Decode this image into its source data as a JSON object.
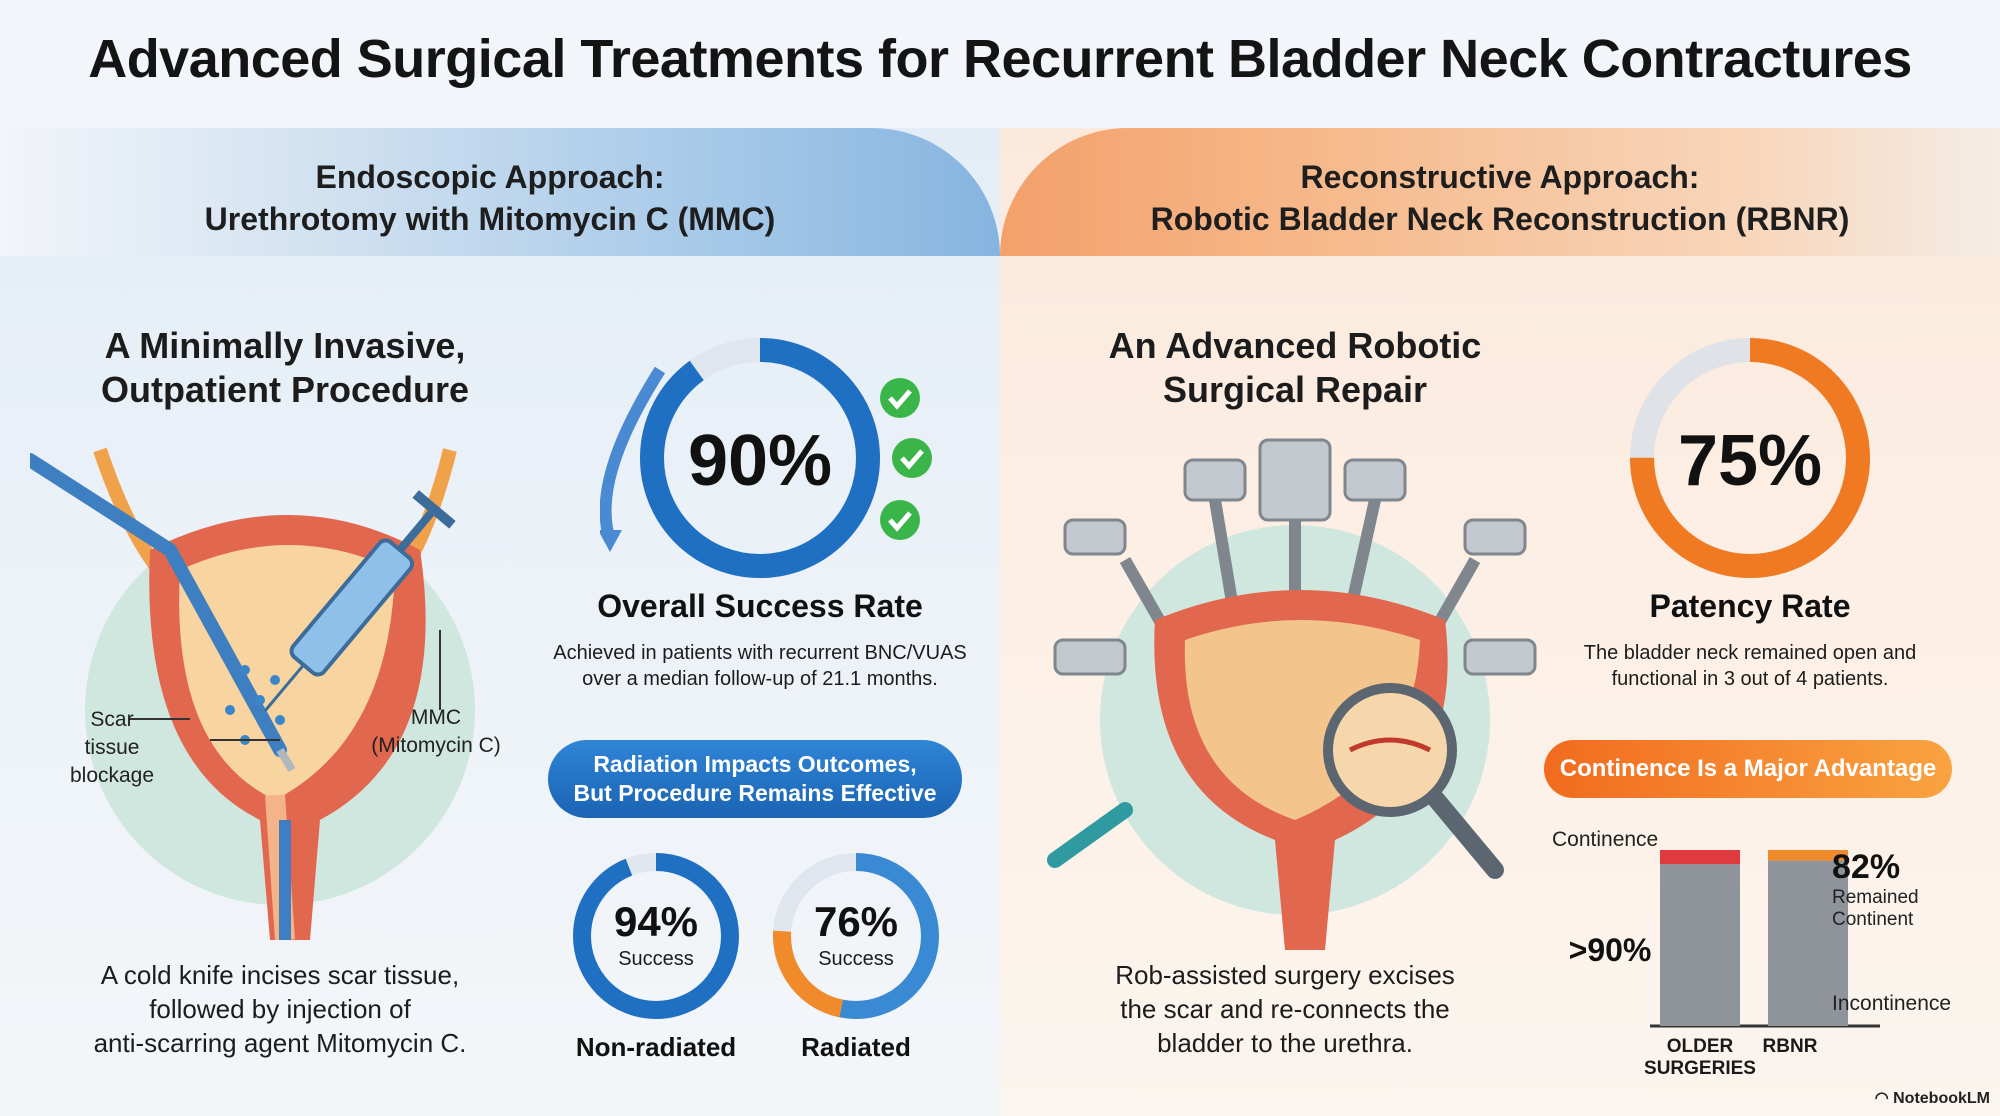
{
  "title": "Advanced Surgical Treatments for Recurrent Bladder Neck Contractures",
  "left": {
    "header_line1": "Endoscopic Approach:",
    "header_line2": "Urethrotomy with Mitomycin C (MMC)",
    "subtitle_line1": "A Minimally Invasive,",
    "subtitle_line2": "Outpatient Procedure",
    "scar_label_line1": "Scar",
    "scar_label_line2": "tissue blockage",
    "mmc_label_line1": "MMC",
    "mmc_label_line2": "(Mitomycin C)",
    "description_line1": "A cold knife incises scar tissue,",
    "description_line2": "followed by injection of",
    "description_line3": "anti-scarring agent Mitomycin C.",
    "overall_rate": "90%",
    "overall_rate_value": 0.9,
    "overall_label": "Overall Success Rate",
    "overall_note_line1": "Achieved in patients with recurrent BNC/VUAS",
    "overall_note_line2": "over a median follow-up of 21.1 months.",
    "radiation_banner_line1": "Radiation Impacts Outcomes,",
    "radiation_banner_line2": "But Procedure Remains Effective",
    "nonrad_pct": "94%",
    "nonrad_value": 0.94,
    "nonrad_success": "Success",
    "nonrad_label": "Non-radiated",
    "rad_pct": "76%",
    "rad_value": 0.76,
    "rad_success": "Success",
    "rad_label": "Radiated",
    "accent_color": "#1f6fc2"
  },
  "right": {
    "header_line1": "Reconstructive Approach:",
    "header_line2": "Robotic Bladder Neck Reconstruction (RBNR)",
    "subtitle_line1": "An Advanced Robotic",
    "subtitle_line2": "Surgical Repair",
    "description_line1": "Rob-assisted surgery excises",
    "description_line2": "the scar and re-connects the",
    "description_line3": "bladder to the urethra.",
    "patency_rate": "75%",
    "patency_value": 0.75,
    "patency_label": "Patency Rate",
    "patency_note_line1": "The bladder neck remained open and",
    "patency_note_line2": "functional in 3 out of 4 patients.",
    "continence_banner": "Continence Is a Major Advantage",
    "accent_color": "#f07a22"
  },
  "chart_data": {
    "type": "bar",
    "categories": [
      "OLDER SURGERIES",
      "RBNR"
    ],
    "category_line1": [
      "OLDER",
      "RBNR"
    ],
    "category_line2": [
      "SURGERIES",
      ""
    ],
    "top_label": "Continence",
    "bottom_label": "Incontinence",
    "older_annotation": ">90%",
    "rbnr_annotation_pct": "82%",
    "rbnr_annotation_line1": "Remained",
    "rbnr_annotation_line2": "Continent",
    "series": [
      {
        "values": [
          92,
          94
        ],
        "color": "#8e9499"
      },
      {
        "values": [
          8,
          6
        ],
        "colors": [
          "#e03a3e",
          "#f08a2a"
        ]
      }
    ],
    "ylim": [
      0,
      100
    ]
  },
  "brand": "NotebookLM"
}
